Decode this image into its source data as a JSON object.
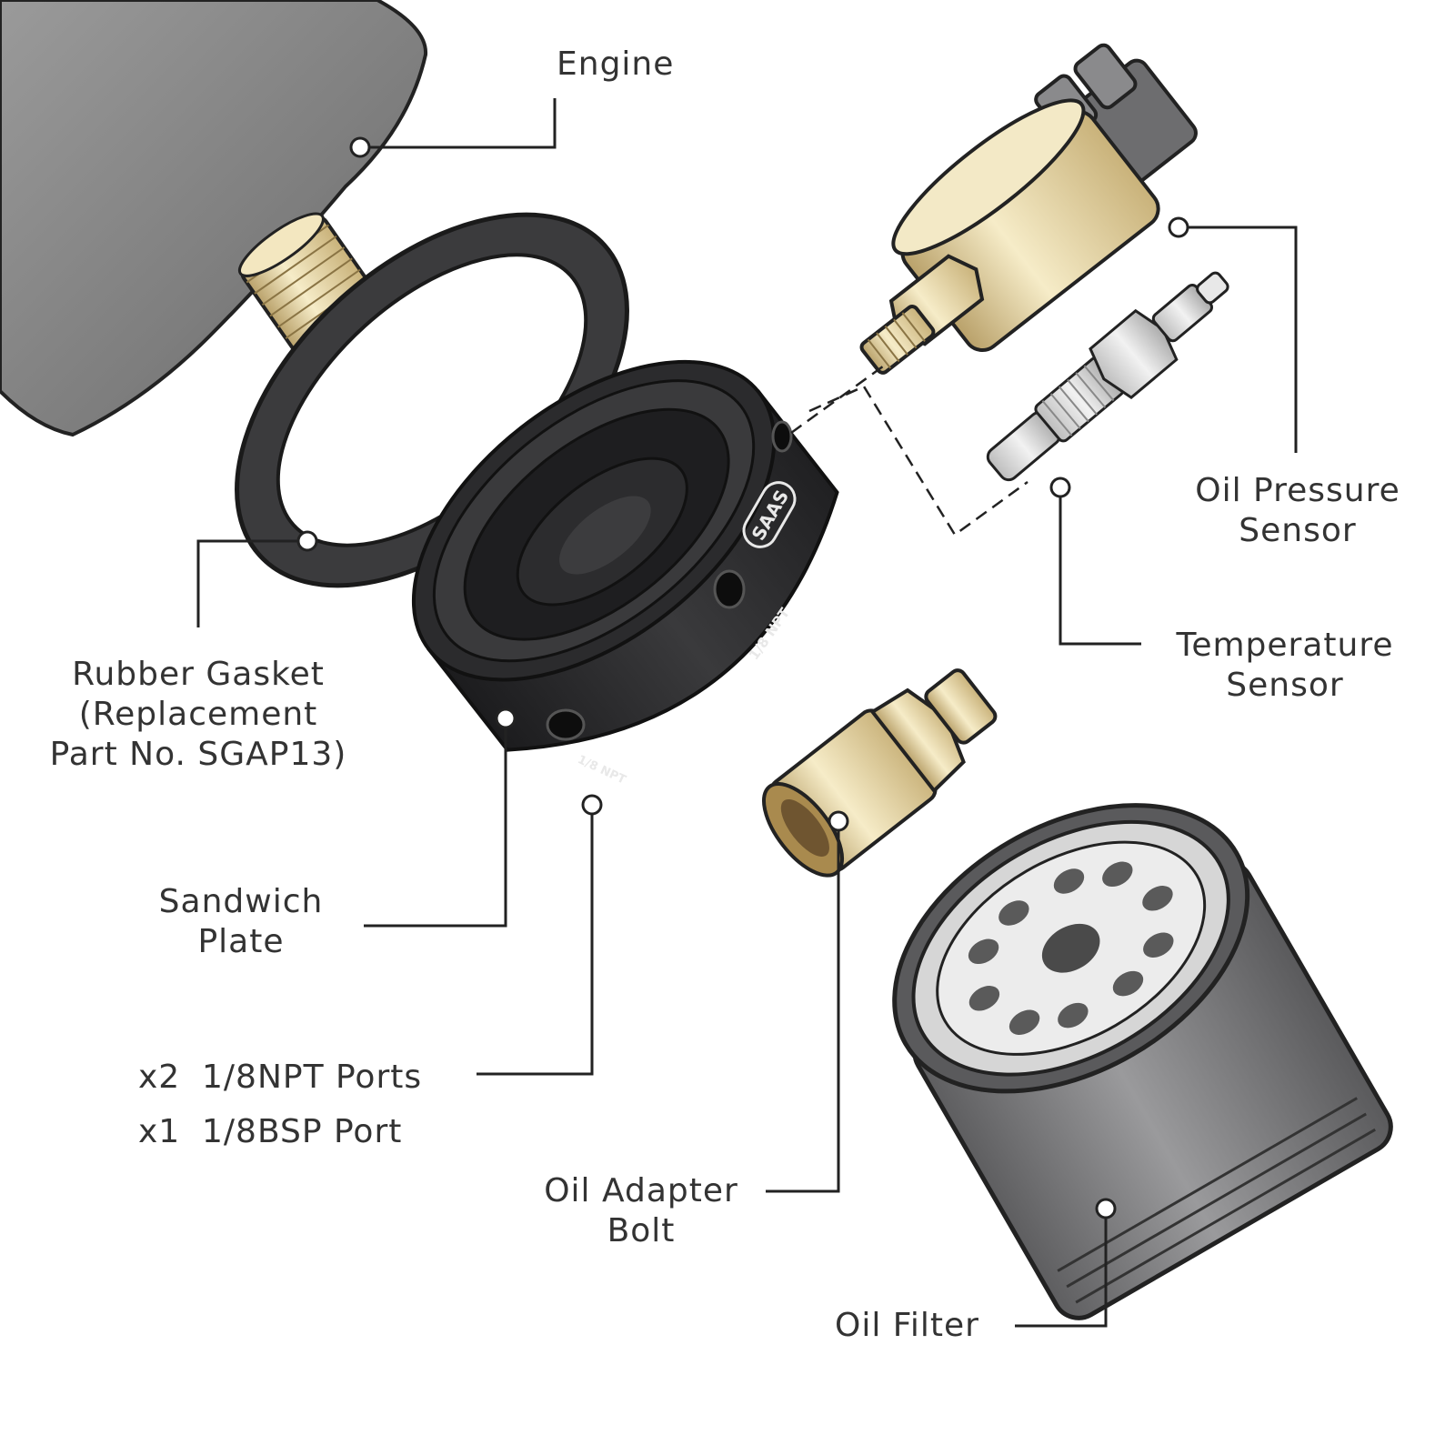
{
  "labels": {
    "engine": "Engine",
    "oil_pressure_sensor": [
      "Oil Pressure",
      "Sensor"
    ],
    "temperature_sensor": [
      "Temperature",
      "Sensor"
    ],
    "rubber_gasket": [
      "Rubber Gasket",
      "(Replacement",
      "Part No. SGAP13)"
    ],
    "sandwich_plate": [
      "Sandwich",
      "Plate"
    ],
    "ports": [
      {
        "qty": "x2",
        "desc": "1/8NPT Ports"
      },
      {
        "qty": "x1",
        "desc": "1/8BSP Port"
      }
    ],
    "oil_adapter_bolt": [
      "Oil Adapter",
      "Bolt"
    ],
    "oil_filter": "Oil Filter"
  },
  "markings": {
    "brand_logo": "SAAS",
    "port_marking_side": "1/8 NPT",
    "port_marking_front": "1/8 NPT"
  },
  "colors": {
    "label_text": "#333333",
    "leader_line": "#222222",
    "engine_body": "#8a8a8a",
    "brass": "#e7d6a4",
    "plate_black": "#2e2e30",
    "gasket": "#3a3a3c",
    "filter_body": "#7b7b7d"
  }
}
